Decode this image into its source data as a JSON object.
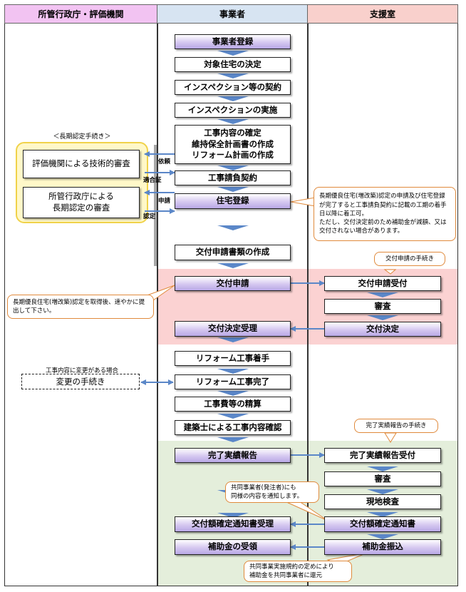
{
  "columns": {
    "left": "所管行政庁・評価機関",
    "center": "事業者",
    "right": "支援室"
  },
  "colors": {
    "left_header": "#f2c3f2",
    "center_header": "#d7e4f2",
    "right_header": "#f9d0cc",
    "pink_band": "#fbd2d2",
    "green_band": "#e4eedb",
    "yellow_group": "#fff8c8",
    "arrow": "#5b87c8",
    "callout_border": "#e08a3c"
  },
  "center_steps": [
    "事業者登録",
    "対象住宅の決定",
    "インスペクション等の契約",
    "インスペクションの実施",
    "工事内容の確定\n維持保全計画書の作成\nリフォーム計画の作成",
    "工事請負契約",
    "住宅登録",
    "交付申請書類の作成",
    "交付申請",
    "交付決定受理",
    "リフォーム工事着手",
    "リフォーム工事完了",
    "工事費等の精算",
    "建築士による工事内容確認",
    "完了実績報告",
    "交付額確定通知書受理",
    "補助金の受領"
  ],
  "right_steps": [
    "交付申請受付",
    "審査",
    "交付決定",
    "完了実績報告受付",
    "審査",
    "現地検査",
    "交付額確定通知書",
    "補助金振込"
  ],
  "left": {
    "group_title": "＜長期認定手続き＞",
    "box1": "評価機関による技術的審査",
    "box2": "所管行政庁による\n長期認定の審査",
    "change_note": "工事内容に変更がある場合",
    "change_box": "変更の手続き"
  },
  "small_labels": {
    "irai": "依頼",
    "tekigosho": "適合証",
    "shinsei": "申請",
    "nintei": "認定"
  },
  "callouts": {
    "top_right": "長期優良住宅(増改築)認定の申請及び住宅登録が完了すると工事請負契約に記載の工期の着手日以降に着工可。\nただし、交付決定前のため補助金が減額、又は交付されない場合があります。",
    "shinsei_tetsuzuki": "交付申請の手続き",
    "left_note": "長期優良住宅(増改築)認定を取得後、速やかに提出して下さい。",
    "kanryo_tetsuzuki": "完了実績報告の手続き",
    "kyodo_note": "共同事業者(発注者)にも\n同様の内容を通知します。",
    "bottom_note": "共同事業実施規約の定めにより\n補助金を共同事業者に還元"
  }
}
